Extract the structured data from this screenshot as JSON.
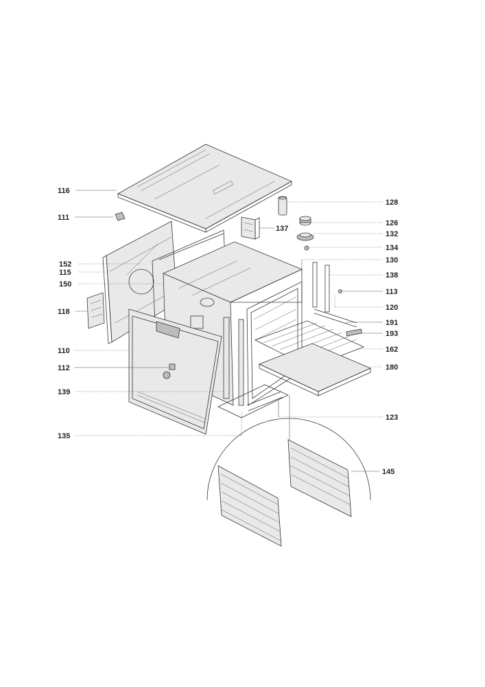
{
  "labels": {
    "l116": "116",
    "l111": "111",
    "l152": "152",
    "l115": "115",
    "l150": "150",
    "l118": "118",
    "l110": "110",
    "l112": "112",
    "l139": "139",
    "l135": "135",
    "l137": "137",
    "l128": "128",
    "l126": "126",
    "l132": "132",
    "l134": "134",
    "l130": "130",
    "l138": "138",
    "l113": "113",
    "l120": "120",
    "l191": "191",
    "l193": "193",
    "l162": "162",
    "l180": "180",
    "l123": "123",
    "l145": "145"
  }
}
